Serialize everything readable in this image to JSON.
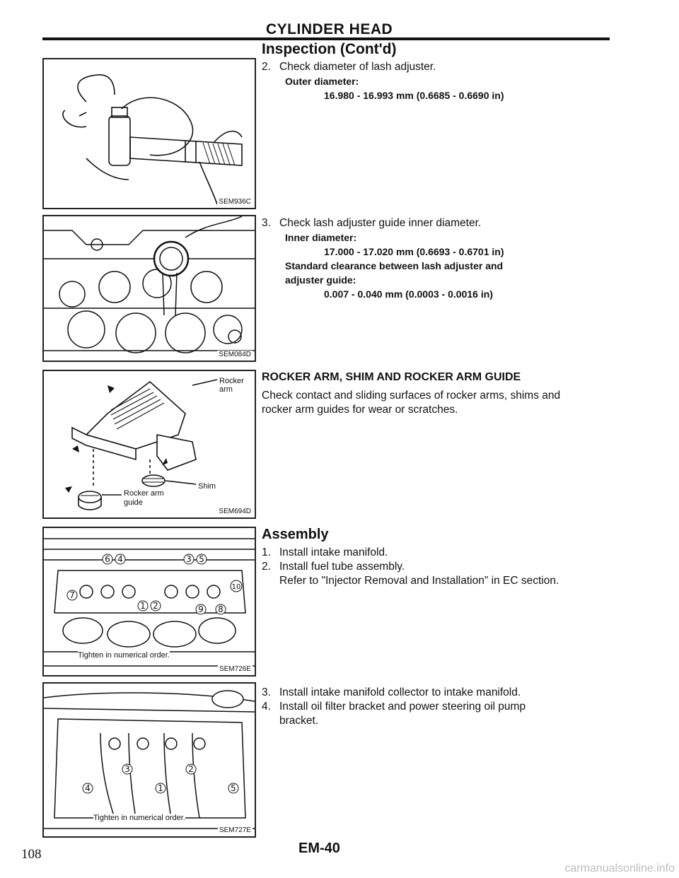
{
  "header": {
    "title": "CYLINDER HEAD"
  },
  "section_title": "Inspection (Cont'd)",
  "figures": [
    {
      "code": "SEM936C"
    },
    {
      "code": "SEM084D"
    },
    {
      "code": "SEM694D",
      "labels": {
        "rocker_arm": "Rocker arm",
        "shim": "Shim",
        "rocker_arm_guide_1": "Rocker arm",
        "rocker_arm_guide_2": "guide"
      }
    },
    {
      "code": "SEM726E",
      "caption": "Tighten in numerical order.",
      "numbers": [
        "6",
        "4",
        "3",
        "5",
        "7",
        "1",
        "2",
        "9",
        "8",
        "10"
      ]
    },
    {
      "code": "SEM727E",
      "caption": "Tighten in numerical order.",
      "numbers": [
        "3",
        "2",
        "4",
        "1",
        "5"
      ]
    }
  ],
  "step2": {
    "num": "2.",
    "text": "Check diameter of lash adjuster.",
    "spec_label": "Outer diameter:",
    "spec_value": "16.980 - 16.993 mm (0.6685 - 0.6690 in)"
  },
  "step3": {
    "num": "3.",
    "text": "Check lash adjuster guide inner diameter.",
    "spec1_label": "Inner diameter:",
    "spec1_value": "17.000 - 17.020 mm (0.6693 - 0.6701 in)",
    "spec2_label_1": "Standard clearance between lash adjuster and",
    "spec2_label_2": "adjuster guide:",
    "spec2_value": "0.007 - 0.040 mm (0.0003 - 0.0016 in)"
  },
  "rocker": {
    "title": "ROCKER ARM, SHIM AND ROCKER ARM GUIDE",
    "text_1": "Check contact and sliding surfaces of rocker arms, shims and",
    "text_2": "rocker arm guides for wear or scratches."
  },
  "assembly": {
    "title": "Assembly",
    "steps": [
      {
        "num": "1.",
        "text": "Install intake manifold."
      },
      {
        "num": "2.",
        "text": "Install fuel tube assembly."
      },
      {
        "num": "",
        "text": "Refer to \"Injector Removal and Installation\" in EC section."
      },
      {
        "num": "3.",
        "text": "Install intake manifold collector to intake manifold."
      },
      {
        "num": "4.",
        "text": "Install oil filter bracket and power steering oil pump"
      },
      {
        "num": "",
        "text": "bracket."
      }
    ]
  },
  "footer": {
    "page_number": "108",
    "section_page": "EM-40",
    "watermark": "carmanualsonline.info"
  }
}
